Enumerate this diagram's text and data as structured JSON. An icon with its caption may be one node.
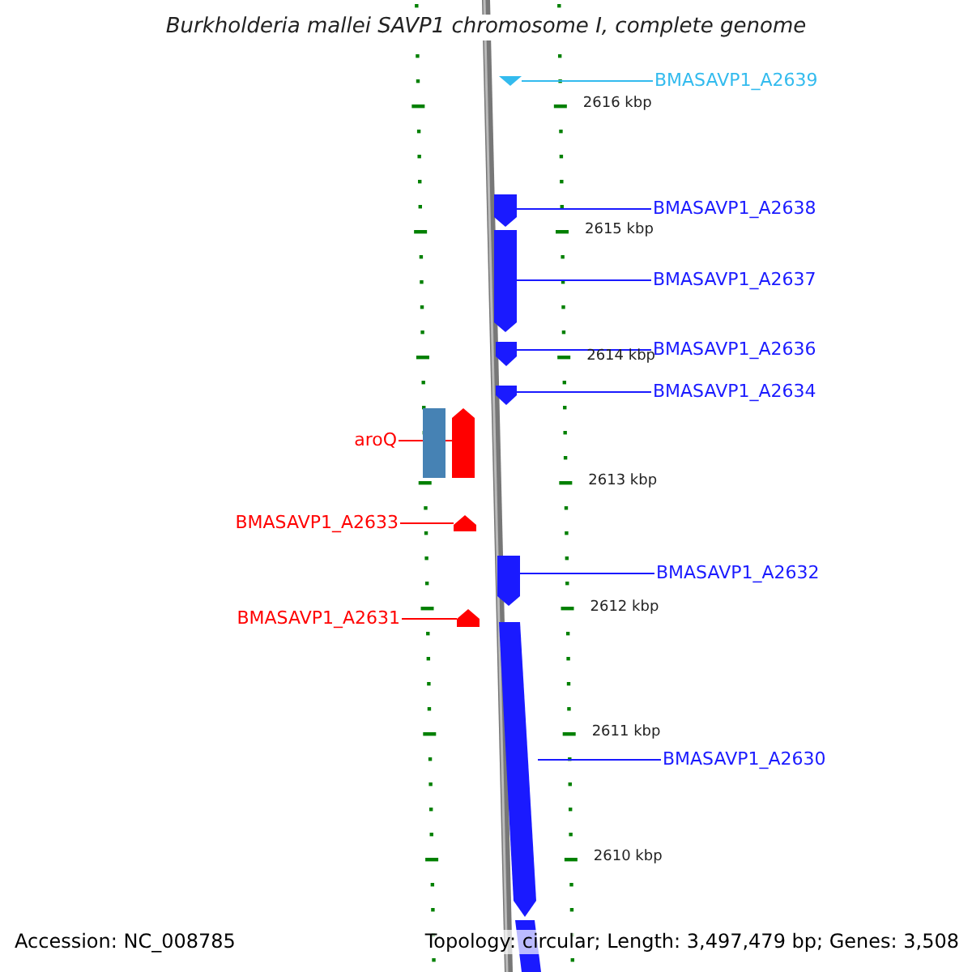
{
  "diagram": {
    "title": "Burkholderia mallei SAVP1 chromosome I, complete genome",
    "nodes": [
      {
        "text": [],
        "shape": "triangle"
      },
      {
        "text": [],
        "shape": "arrow"
      },
      {
        "text": [],
        "shape": "arrow"
      },
      {
        "text": [],
        "shape": "arrow"
      },
      {
        "text": [],
        "shape": "arrow"
      },
      {
        "text": [],
        "shape": "box"
      },
      {
        "text": [],
        "shape": "arrow"
      },
      {
        "text": [],
        "shape": "arrow"
      },
      {
        "text": [],
        "shape": "arrow"
      },
      {
        "text": [],
        "shape": "arrow"
      },
      {
        "text": [],
        "shape": "arrow"
      },
      {
        "text": [],
        "shape": "bar"
      },
      {
        "text": [
          "BMASAVP1_A2639"
        ]
      },
      {
        "text": [
          "BMASAVP1_A2638"
        ]
      },
      {
        "text": [
          "BMASAVP1_A2637"
        ]
      },
      {
        "text": [
          "BMASAVP1_A2636"
        ]
      },
      {
        "text": [
          "BMASAVP1_A2634"
        ]
      },
      {
        "text": [
          "aroQ"
        ]
      },
      {
        "text": [
          "BMASAVP1_A2633"
        ]
      },
      {
        "text": [
          "BMASAVP1_A2631"
        ]
      },
      {
        "text": [
          "BMASAVP1_A2632"
        ]
      },
      {
        "text": [
          "BMASAVP1_A2630"
        ]
      }
    ],
    "edges": [
      {
        "from": 12,
        "to": 0,
        "arrow": "none",
        "color": "#33bbee"
      },
      {
        "from": 13,
        "to": 1,
        "arrow": "none"
      },
      {
        "from": 14,
        "to": 2,
        "arrow": "none"
      },
      {
        "from": 15,
        "to": 3,
        "arrow": "none"
      },
      {
        "from": 16,
        "to": 4,
        "arrow": "none"
      },
      {
        "from": 17,
        "to": 6,
        "arrow": "none",
        "color": "#ff0000"
      },
      {
        "from": 18,
        "to": 7,
        "arrow": "none",
        "color": "#ff0000"
      },
      {
        "from": 19,
        "to": 8,
        "arrow": "none",
        "color": "#ff0000"
      },
      {
        "from": 20,
        "to": 9,
        "arrow": "none"
      },
      {
        "from": 21,
        "to": 10,
        "arrow": "none"
      }
    ],
    "labels": [
      "2616 kbp",
      "2615 kbp",
      "2614 kbp",
      "2613 kbp",
      "2612 kbp",
      "2611 kbp",
      "2610 kbp",
      "Accession: NC_008785",
      "Topology: circular; Length: 3,497,479 bp; Genes: 3,508"
    ]
  }
}
